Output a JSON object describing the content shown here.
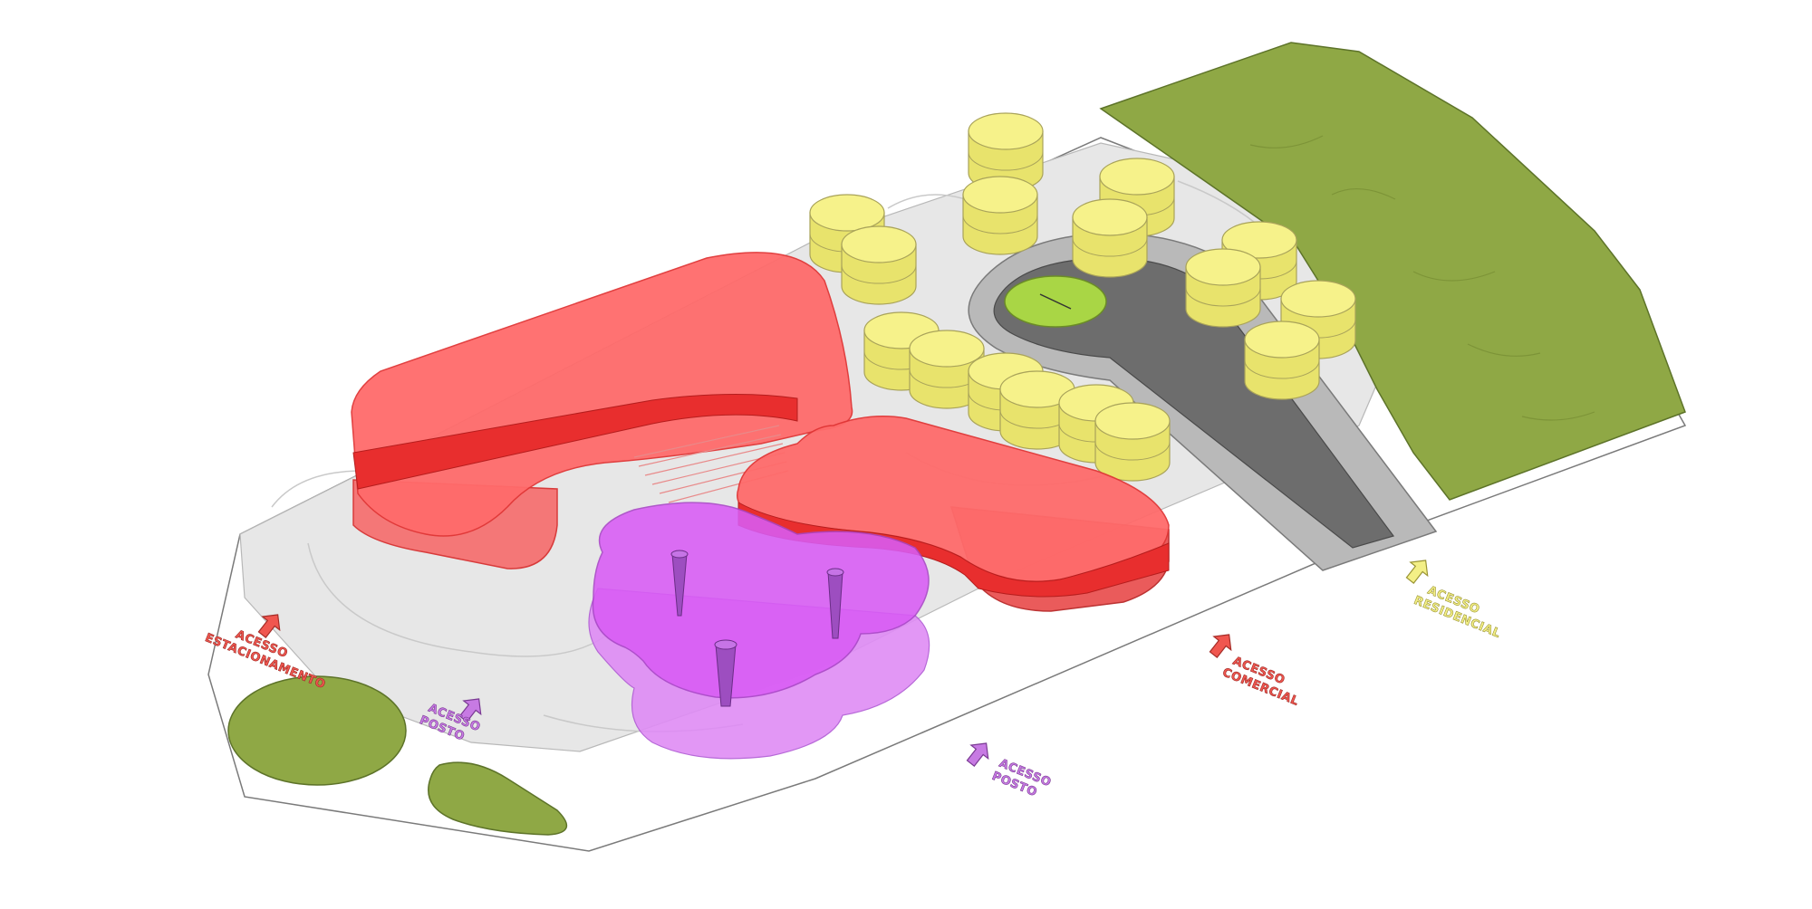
{
  "labels": {
    "estacionamento": {
      "line1": "ACESSO",
      "line2": "ESTACIONAMENTO"
    },
    "posto_left": {
      "line1": "ACESSO",
      "line2": "POSTO"
    },
    "posto_bottom": {
      "line1": "ACESSO",
      "line2": "POSTO"
    },
    "comercial": {
      "line1": "ACESSO",
      "line2": "COMERCIAL"
    },
    "residencial": {
      "line1": "ACESSO",
      "line2": "RESIDENCIAL"
    }
  },
  "colors": {
    "commercial": "#ff4a4a",
    "fuel_station": "#d95cf5",
    "residential": "#f6f28a",
    "green_area": "#8fa845",
    "road": "#6d6d6d",
    "terrain": "#e7e7e7",
    "roundabout": "#a9d645"
  }
}
